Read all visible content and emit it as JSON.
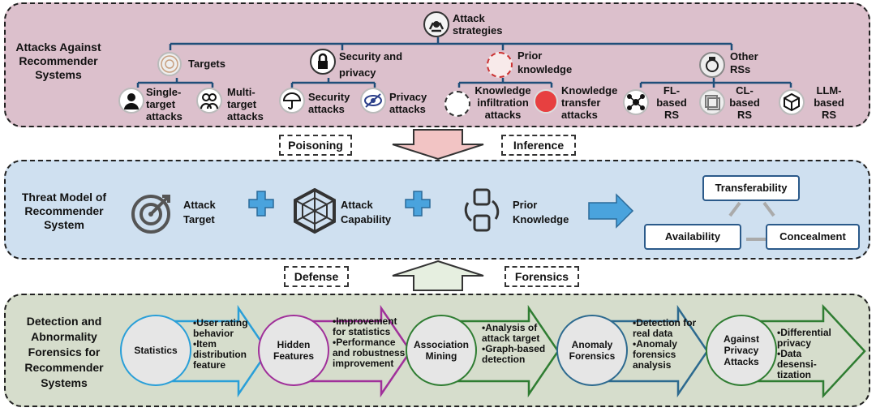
{
  "panel_attacks": {
    "title": "Attacks Against Recommender Systems",
    "root": "Attack strategies",
    "categories": {
      "targets": "Targets",
      "security": "Security and privacy",
      "prior": "Prior knowledge",
      "other": "Other RSs"
    },
    "leaves": {
      "single": "Single-target attacks",
      "multi": "Multi-target attacks",
      "security_attacks": "Security attacks",
      "privacy_attacks": "Privacy attacks",
      "infiltration": "Knowledge infiltration attacks",
      "transfer": "Knowledge transfer attacks",
      "fl": "FL-based RS",
      "cl": "CL-based RS",
      "llm": "LLM-based RS"
    }
  },
  "connectors": {
    "poisoning": "Poisoning",
    "inference": "Inference",
    "defense": "Defense",
    "forensics": "Forensics"
  },
  "panel_threat": {
    "title": "Threat Model of Recommender System",
    "items": {
      "target": "Attack Target",
      "capability": "Attack Capability",
      "prior": "Prior Knowledge"
    },
    "properties": {
      "transferability": "Transferability",
      "availability": "Availability",
      "concealment": "Concealment"
    }
  },
  "panel_detection": {
    "title": "Detection and Abnormality Forensics for Recommender Systems",
    "stages": [
      {
        "name": "Statistics",
        "bullets": [
          "User rating behavior",
          "Item distribution feature"
        ],
        "color": "#2a9fd8"
      },
      {
        "name": "Hidden Features",
        "bullets": [
          "Improvement for statistics",
          "Performance and robustness improvement"
        ],
        "color": "#a0309a"
      },
      {
        "name": "Association Mining",
        "bullets": [
          "Analysis of attack target",
          "Graph-based detection"
        ],
        "color": "#2f7d32"
      },
      {
        "name": "Anomaly Forensics",
        "bullets": [
          "Detection for real data",
          "Anomaly forensics analysis"
        ],
        "color": "#2d6a8f"
      },
      {
        "name": "Against Privacy Attacks",
        "bullets": [
          "Differential privacy",
          "Data desensi-tization"
        ],
        "color": "#2f7d32"
      }
    ]
  }
}
